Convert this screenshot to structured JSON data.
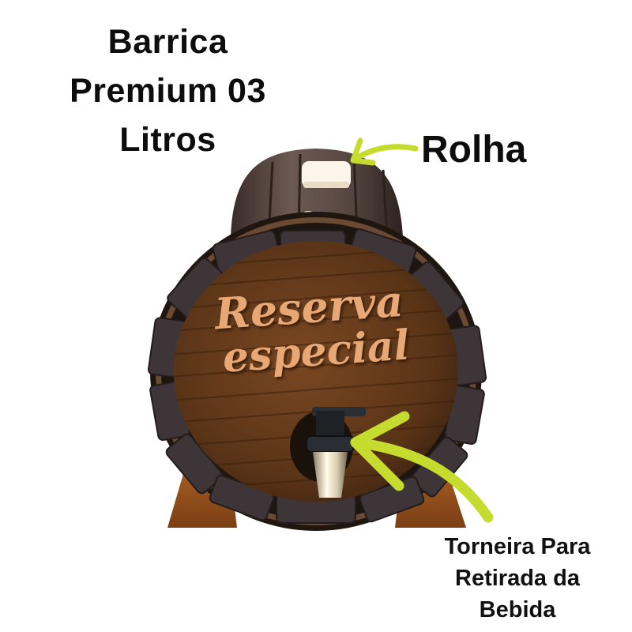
{
  "product": {
    "title_lines": [
      "Barrica",
      "Premium 03",
      "Litros"
    ],
    "engraving": {
      "line1": "Reserva",
      "line2": "especial"
    }
  },
  "annotations": {
    "cork": {
      "label": "Rolha"
    },
    "tap": {
      "label_lines": [
        "Torneira Para",
        "Retirada da",
        "Bebida"
      ]
    }
  },
  "colors": {
    "arrow": "#c5dc2e",
    "text": "#0d0d0d",
    "wood_face": "#5a3417",
    "wood_body": "#4a3a33",
    "hoop_blocks": "#3e3538",
    "engraving": "#e8a876",
    "stand": "#8a4a1e",
    "background": "#ffffff"
  }
}
